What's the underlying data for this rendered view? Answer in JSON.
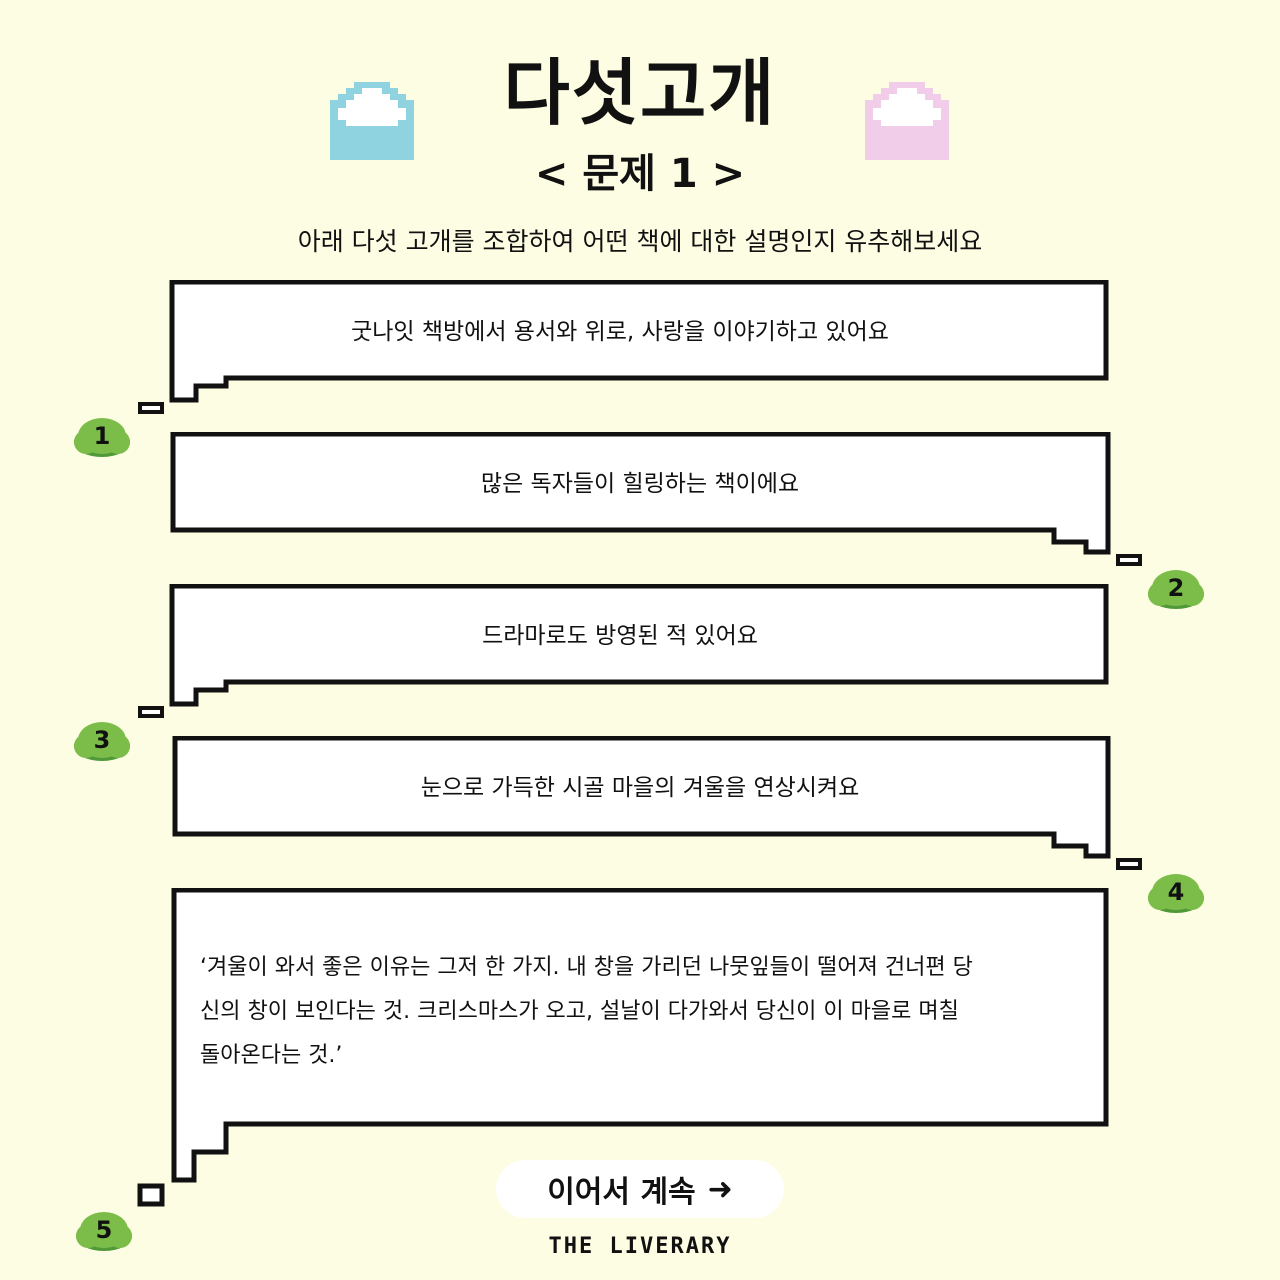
{
  "header": {
    "title": "다섯고개",
    "subtitle": "< 문제 1 >",
    "instruction": "아래 다섯 고개를 조합하여 어떤 책에 대한 설명인지 유추해보세요"
  },
  "clues": [
    {
      "number": "1",
      "text": "굿나잇 책방에서 용서와 위로, 사랑을 이야기하고 있어요"
    },
    {
      "number": "2",
      "text": "많은 독자들이 힐링하는 책이에요"
    },
    {
      "number": "3",
      "text": "드라마로도 방영된 적 있어요"
    },
    {
      "number": "4",
      "text": "눈으로 가득한 시골 마을의 겨울을 연상시켜요"
    },
    {
      "number": "5",
      "lines": [
        "‘겨울이 와서 좋은 이유는 그저 한 가지. 내 창을 가리던 나뭇잎들이 떨어져 건너편 당",
        "신의 창이 보인다는 것. 크리스마스가 오고, 설날이 다가와서 당신이 이 마을로 며칠",
        "돌아온다는 것.’"
      ]
    }
  ],
  "continue_button": {
    "label": "이어서 계속",
    "arrow": "➜"
  },
  "footer": {
    "brand": "THE LIVERARY"
  },
  "icons": {
    "envelope_left": "blue-envelope-icon",
    "envelope_right": "pink-envelope-icon",
    "bush": "green-bush-icon"
  },
  "colors": {
    "background": "#fdfde4",
    "envelope_blue": "#8fd3e0",
    "envelope_pink": "#f1cdea",
    "bush_green": "#7cbd4a",
    "bush_dark": "#4f9a37"
  }
}
